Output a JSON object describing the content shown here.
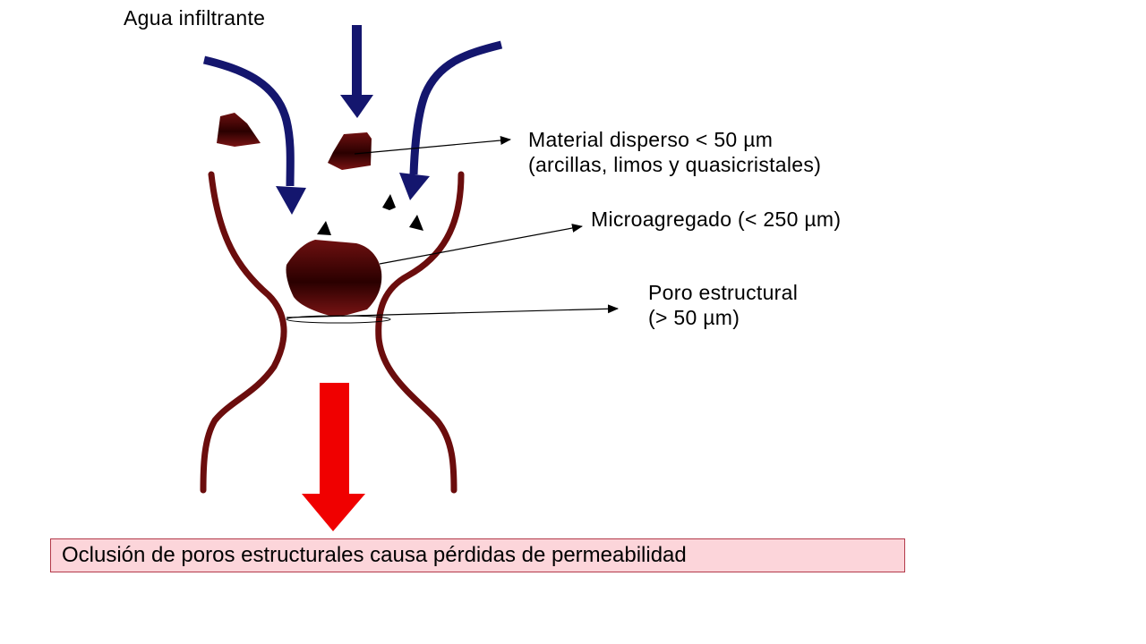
{
  "labels": {
    "infiltrating_water": "Agua infiltrante",
    "dispersed_material_line1": "Material disperso < 50 µm",
    "dispersed_material_line2": "(arcillas, limos y quasicristales)",
    "microaggregate": "Microagregado (< 250 µm)",
    "structural_pore_line1": "Poro estructural",
    "structural_pore_line2": "(> 50 µm)"
  },
  "conclusion": "Oclusión de poros estructurales causa pérdidas de permeabilidad",
  "colors": {
    "water_arrow": "#14166e",
    "pore_wall": "#6b0d0d",
    "aggregate": "#6e1010",
    "aggregate_dark": "#2a0000",
    "quasicrystal": "#000000",
    "outflow_arrow": "#f00000",
    "conclusion_fill": "#fcd5da",
    "conclusion_border": "#b33a4a"
  }
}
